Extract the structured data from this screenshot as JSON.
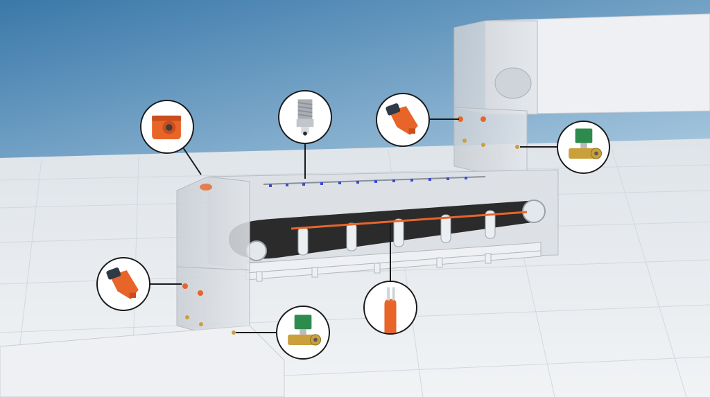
{
  "scene": {
    "colors": {
      "sky_top": "#3f7fae",
      "sky_bottom": "#9fc2dc",
      "floor": "#e9edf1",
      "floor_grid": "#d3d9df",
      "housing": "#d7dbe0",
      "housing_dark": "#bfc5cc",
      "belt": "#2a2a2a",
      "accent_orange": "#e8652a",
      "valve_green": "#2e8b4e",
      "brass": "#c9a03c",
      "nozzle_blue": "#3a4bd1"
    },
    "callouts": [
      {
        "id": "orange-sensor-housing",
        "icon": "sensor-housing-icon"
      },
      {
        "id": "spray-nozzle",
        "icon": "spray-nozzle-icon"
      },
      {
        "id": "orange-nozzle-top",
        "icon": "orange-nozzle-icon"
      },
      {
        "id": "solenoid-valve-top",
        "icon": "solenoid-valve-icon"
      },
      {
        "id": "orange-nozzle-left",
        "icon": "orange-nozzle-icon"
      },
      {
        "id": "solenoid-valve-bottom",
        "icon": "solenoid-valve-icon"
      },
      {
        "id": "heating-cable",
        "icon": "heating-cable-icon"
      }
    ]
  }
}
